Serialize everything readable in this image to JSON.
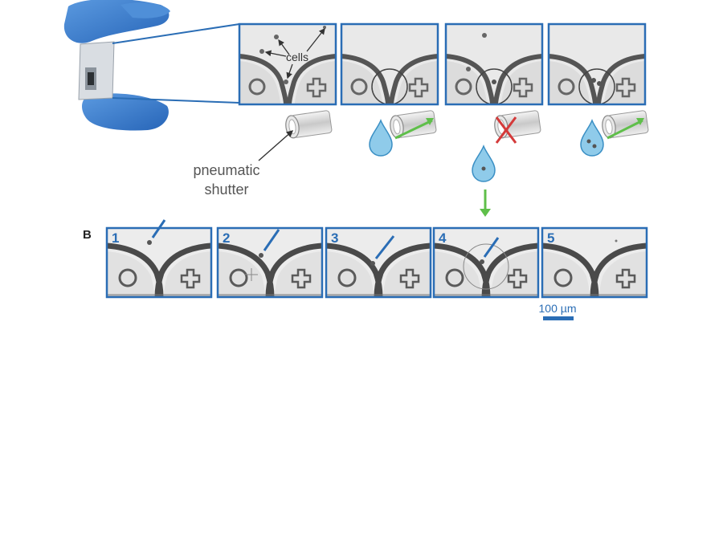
{
  "panel_a": {
    "callout_cells": "cells",
    "callout_shutter_line1": "pneumatic",
    "callout_shutter_line2": "shutter"
  },
  "panel_b": {
    "label": "B",
    "frames": [
      {
        "number": "1"
      },
      {
        "number": "2"
      },
      {
        "number": "3"
      },
      {
        "number": "4"
      },
      {
        "number": "5"
      }
    ],
    "scale_bar_label": "100 µm"
  },
  "colors": {
    "frame_border": "#2a6db5",
    "glove": "#3a7fd0",
    "droplet": "#7cc0e4",
    "arrow_green": "#5fbf4a",
    "cross_red": "#d43a3a",
    "pointer_blue": "#2a6db5"
  }
}
